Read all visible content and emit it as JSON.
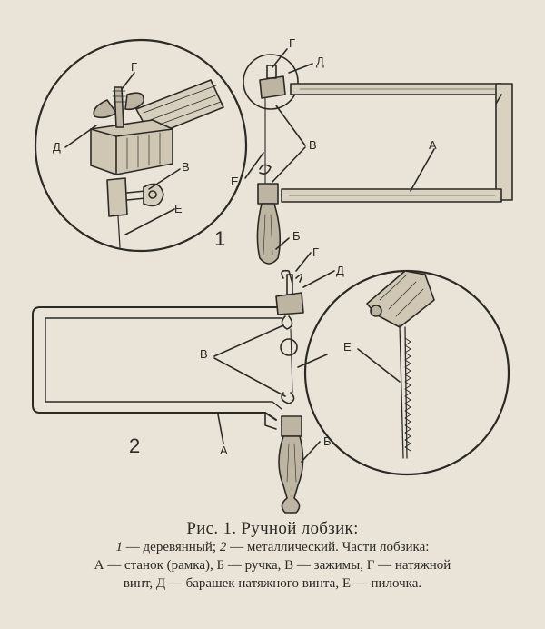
{
  "labels": {
    "g": "Г",
    "d": "Д",
    "v": "В",
    "e": "Е",
    "a": "А",
    "b": "Б"
  },
  "figure_numbers": {
    "first": "1",
    "second": "2"
  },
  "caption": {
    "title": "Рис. 1. Ручной лобзик:",
    "line1_num1": "1",
    "line1_text1": " — деревянный; ",
    "line1_num2": "2",
    "line1_text2": " — металлический. Части лобзика:",
    "line2": "А — станок (рамка), Б — ручка, В — зажимы, Г — натяжной",
    "line3": "винт, Д — барашек натяжного винта, Е — пилочка."
  }
}
